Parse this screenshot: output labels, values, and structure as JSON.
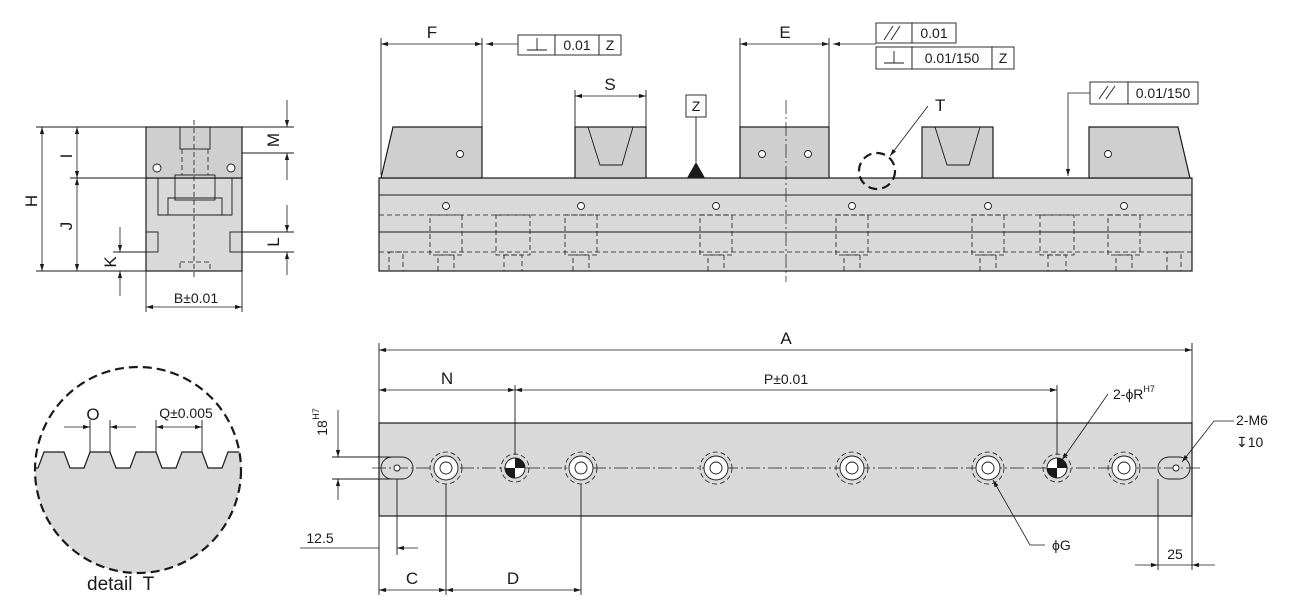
{
  "views": {
    "side": {
      "H": "H",
      "I": "I",
      "J": "J",
      "K": "K",
      "M": "M",
      "L": "L",
      "B": "B±0.01"
    },
    "front": {
      "F": "F",
      "E": "E",
      "S": "S",
      "Z": "Z",
      "T": "T",
      "tol_perp_F": {
        "value": "0.01",
        "datum": "Z"
      },
      "tol_par_E": {
        "value": "0.01"
      },
      "tol_perp_E": {
        "value": "0.01/150",
        "datum": "Z"
      },
      "tol_par_right": {
        "value": "0.01/150"
      }
    },
    "top": {
      "A": "A",
      "N": "N",
      "P": "P±0.01",
      "slot": "18",
      "slot_fit": "H7",
      "R_pre": "2-ϕR",
      "R_fit": "H7",
      "M6": "2-M6",
      "M6_depth": "↧10",
      "G": "ϕG",
      "d12_5": "12.5",
      "d25": "25",
      "C": "C",
      "D": "D"
    },
    "detail": {
      "O": "O",
      "Q": "Q±0.005",
      "caption": "detail  T"
    }
  }
}
